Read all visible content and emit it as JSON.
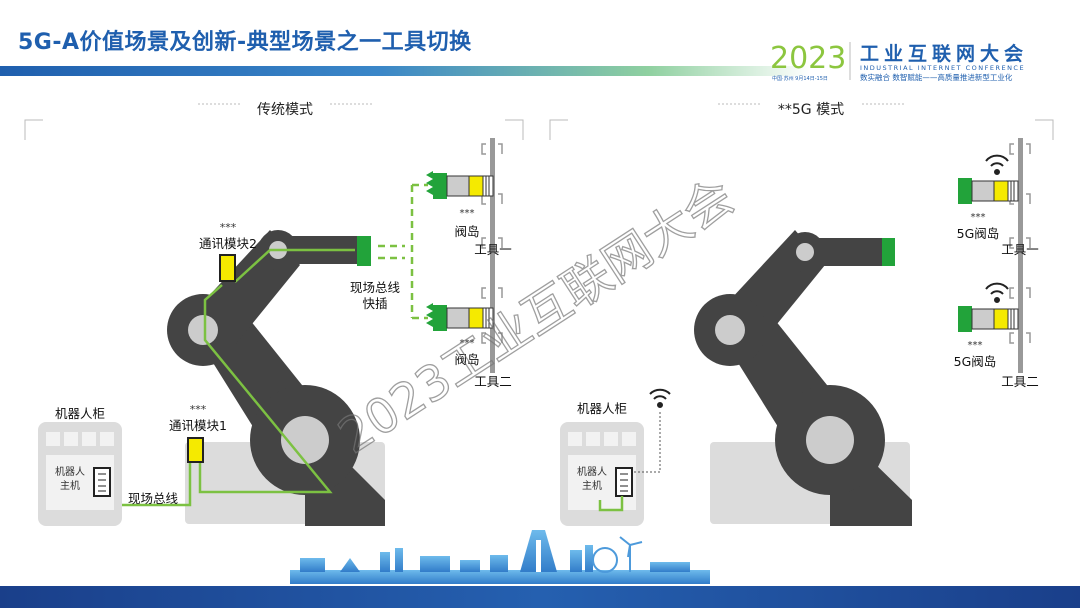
{
  "header": {
    "title": "5G-A价值场景及创新-典型场景之一工具切换",
    "logo": {
      "year": "2023",
      "name": "工业互联网大会",
      "english": "INDUSTRIAL INTERNET CONFERENCE",
      "slogan": "数实融合  数智赋能——高质量推进新型工业化",
      "sub": "中国·苏州  9月14日-15日"
    }
  },
  "left_panel": {
    "title": "传统模式",
    "cabinet_label": "机器人柜",
    "host_label_1": "机器人",
    "host_label_2": "主机",
    "comm_module_1": "通讯模块1",
    "comm_module_2": "通讯模块2",
    "stars": "***",
    "fieldbus": "现场总线",
    "quick_plug_1": "现场总线",
    "quick_plug_2": "快插",
    "valve_island": "阀岛",
    "tool_1": "工具一",
    "tool_2": "工具二"
  },
  "right_panel": {
    "title": "**5G 模式",
    "cabinet_label": "机器人柜",
    "host_label_1": "机器人",
    "host_label_2": "主机",
    "stars": "***",
    "valve_island": "5G阀岛",
    "tool_1": "工具一",
    "tool_2": "工具二"
  },
  "watermark": "2023工业互联网大会",
  "colors": {
    "title": "#1f5fae",
    "green": "#22a33a",
    "line_green": "#7cc142",
    "yellow": "#f5ea00",
    "arm": "#444444",
    "brand_blue": "#1f5fae"
  }
}
